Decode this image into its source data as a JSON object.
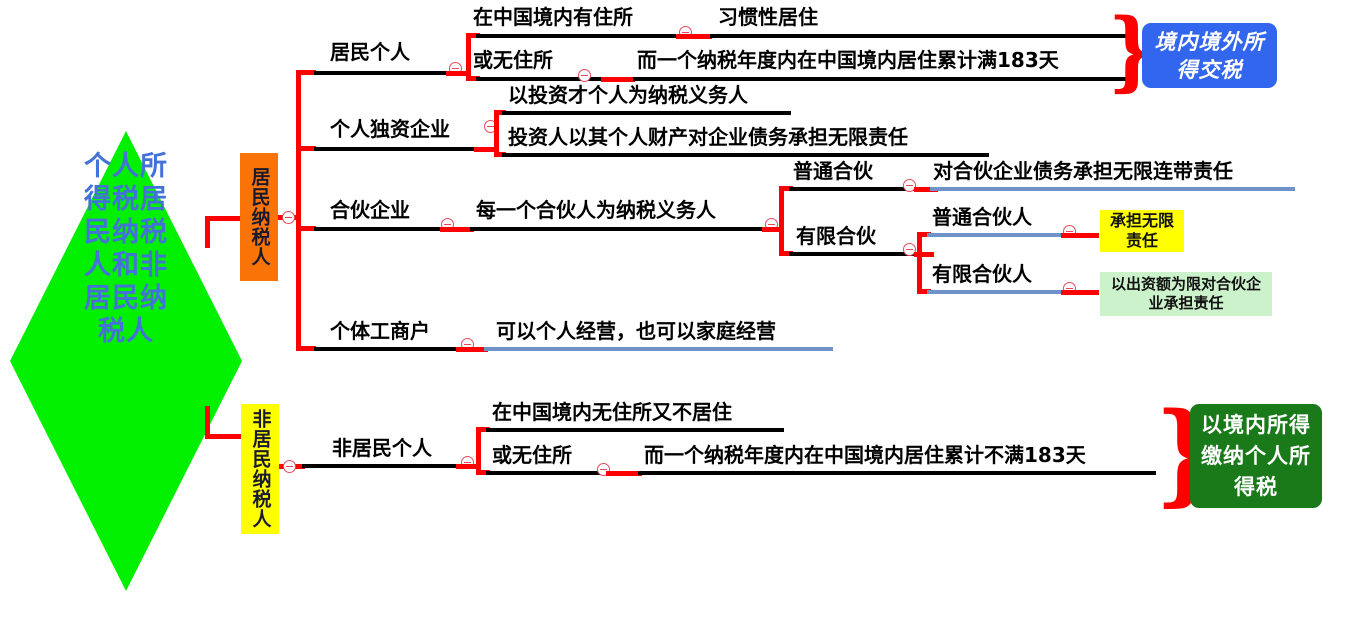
{
  "root": {
    "title": "个人所得税居民纳税人和非居民纳税人",
    "shape": "diamond",
    "fill": "#00f000",
    "text_color": "#4472d8"
  },
  "categories": {
    "resident": {
      "label": "居民纳税人",
      "fill": "#f97306"
    },
    "non_resident": {
      "label": "非居民纳税人",
      "fill": "#ffff00"
    }
  },
  "nodes": {
    "resident_individual": "居民个人",
    "domicile_in_china": "在中国境内有住所",
    "habitual_residence": "习惯性居住",
    "no_domicile_1": "或无住所",
    "days_183_full": "而一个纳税年度内在中国境内居住累计满183天",
    "sole_proprietorship": "个人独资企业",
    "investor_is_taxpayer": "以投资才个人为纳税义务人",
    "unlimited_liability_personal_property": "投资人以其个人财产对企业债务承担无限责任",
    "partnership_enterprise": "合伙企业",
    "each_partner_is_taxpayer": "每一个合伙人为纳税义务人",
    "general_partnership": "普通合伙",
    "joint_unlimited_liability": "对合伙企业债务承担无限连带责任",
    "limited_partnership": "有限合伙",
    "general_partner": "普通合伙人",
    "limited_partner": "有限合伙人",
    "individual_business": "个体工商户",
    "personal_or_family_operation": "可以个人经营，也可以家庭经营",
    "non_resident_individual": "非居民个人",
    "no_domicile_no_residence": "在中国境内无住所又不居住",
    "no_domicile_2": "或无住所",
    "days_183_less": "而一个纳税年度内在中国境内居住累计不满183天"
  },
  "results": {
    "worldwide_income_tax": {
      "text": "境内境外所得交税",
      "fill": "#3366ee",
      "text_color": "#ffffff"
    },
    "unlimited_liability": {
      "text": "承担无限责任",
      "fill": "#ffff00",
      "text_color": "#111111"
    },
    "capital_contribution_liability": {
      "text": "以出资额为限对合伙企业承担责任",
      "fill": "#ccf2cc",
      "text_color": "#111111"
    },
    "domestic_income_tax": {
      "text": "以境内所得缴纳个人所得税",
      "fill": "#1a7a1a",
      "text_color": "#ffffff"
    }
  },
  "icons": {
    "collapse": "minus-circle-icon",
    "brace": "curly-brace-icon"
  },
  "colors": {
    "branch_line": "#000000",
    "leaf_line": "#6e93c8",
    "connector": "#ff0000"
  }
}
